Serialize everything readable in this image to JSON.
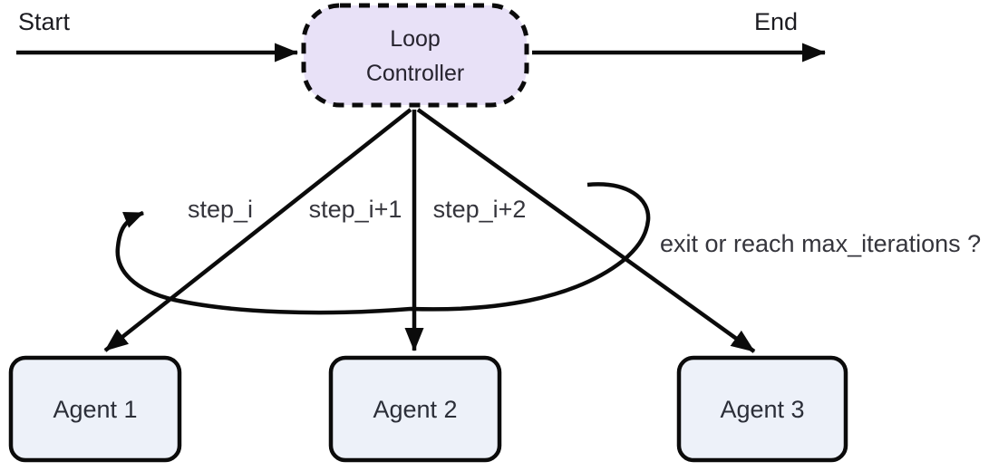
{
  "diagram": {
    "nodes": {
      "start_label": "Start",
      "end_label": "End",
      "controller": {
        "line1": "Loop",
        "line2": "Controller"
      },
      "agents": [
        "Agent 1",
        "Agent 2",
        "Agent 3"
      ]
    },
    "edge_labels": {
      "step1": "step_i",
      "step2": "step_i+1",
      "step3": "step_i+2",
      "loop_condition": "exit or reach max_iterations ?"
    },
    "colors": {
      "controller_fill": "#e8e1f7",
      "agent_fill": "#edf1f9",
      "stroke": "#0b0b0b",
      "node_text": "#26232e",
      "label_text": "#35353c"
    }
  }
}
